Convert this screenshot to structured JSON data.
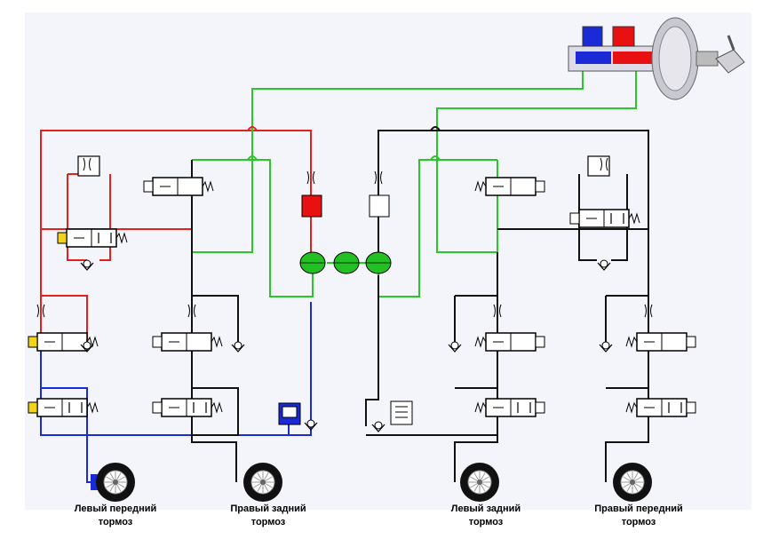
{
  "diagram": {
    "colors": {
      "red_circuit": "#e8201c",
      "blue_circuit": "#1a2ad6",
      "green_circuit": "#28c828",
      "black_circuit": "#111111",
      "background": "#f4f4fb",
      "accumulator": "#22c022",
      "valve_red": "#e81010",
      "valve_yellow": "#f2d21a",
      "valve_blue": "#1a2ad6"
    },
    "wheels": [
      {
        "id": "front-left",
        "line1": "Левый передний",
        "line2": "тормоз"
      },
      {
        "id": "rear-right",
        "line1": "Правый задний",
        "line2": "тормоз"
      },
      {
        "id": "rear-left",
        "line1": "Левый задний",
        "line2": "тормоз"
      },
      {
        "id": "front-right",
        "line1": "Правый передний",
        "line2": "тормоз"
      }
    ],
    "icons": {
      "master_cylinder": "brake-master-cylinder-icon",
      "pedal": "brake-pedal-icon",
      "valve": "solenoid-valve-icon",
      "check_valve": "check-valve-icon",
      "throttle": "throttle-icon",
      "accumulator": "accumulator-icon",
      "pump": "pump-icon",
      "wheel": "wheel-icon"
    }
  }
}
